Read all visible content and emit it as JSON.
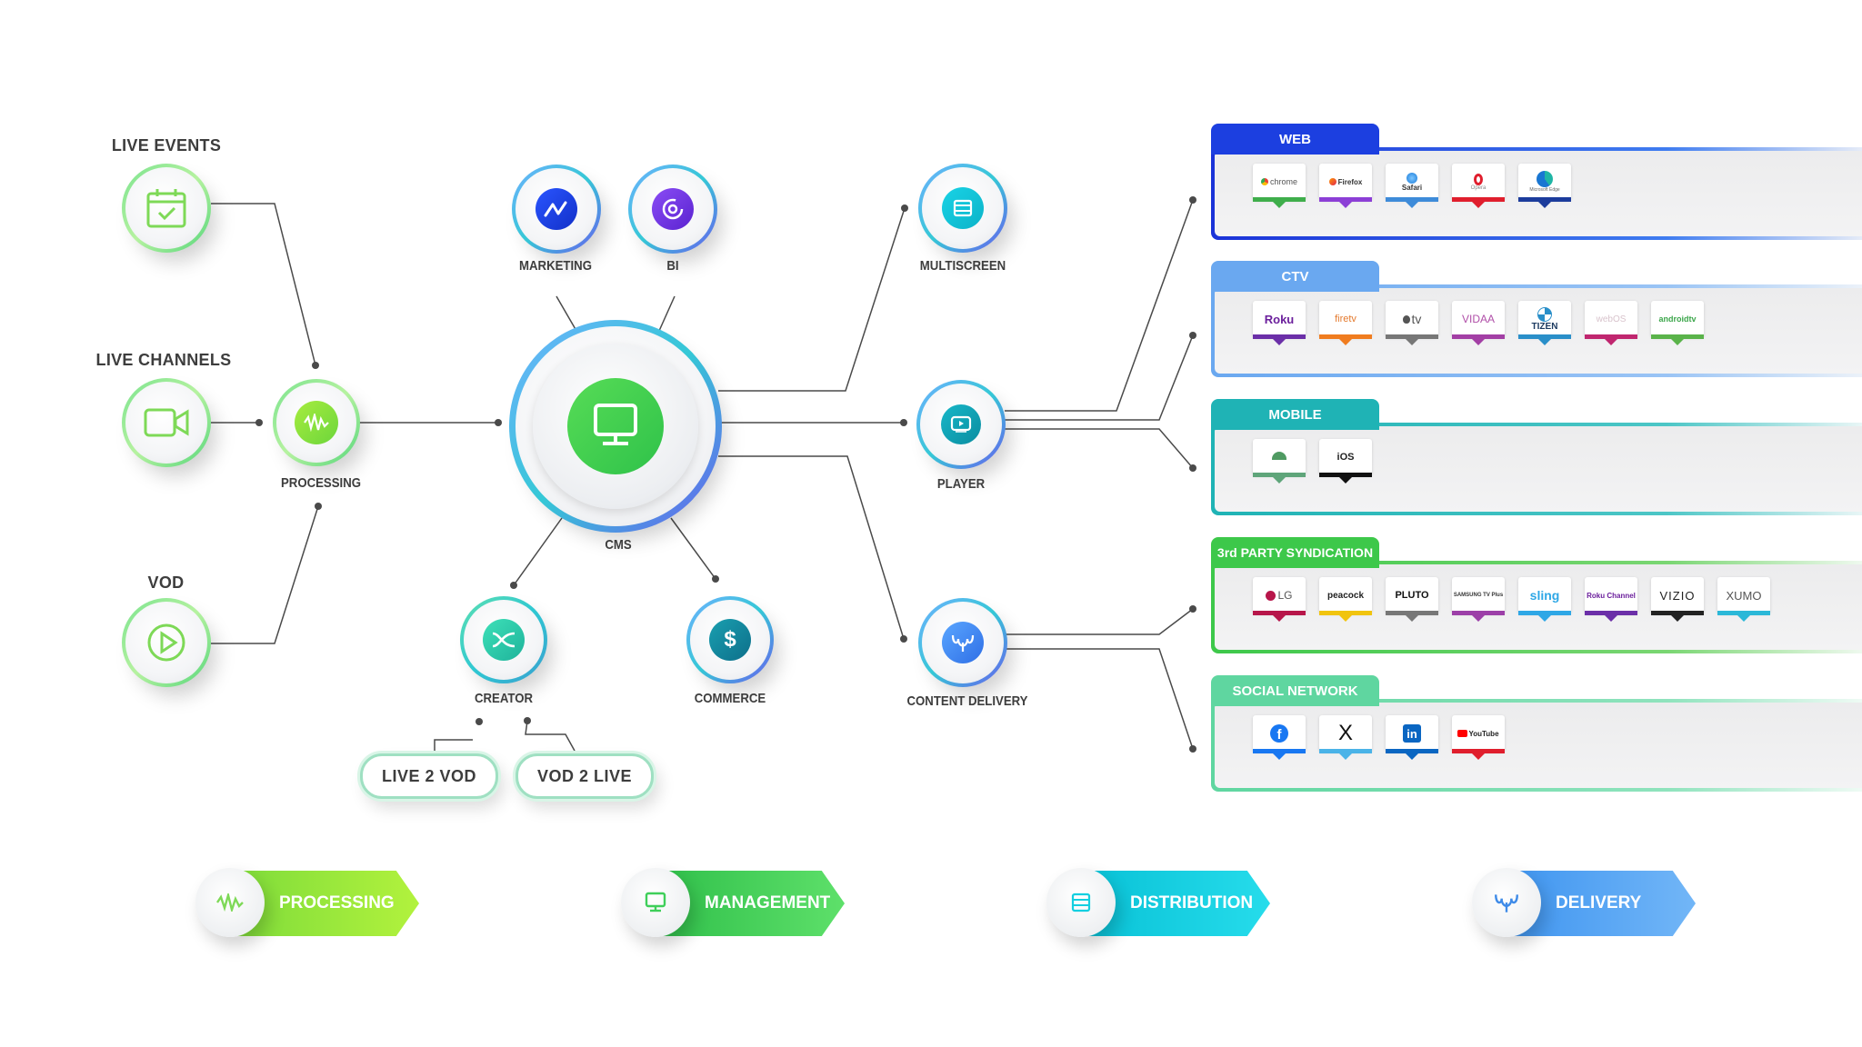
{
  "inputs": {
    "live_events": "LIVE EVENTS",
    "live_channels": "LIVE CHANNELS",
    "vod": "VOD"
  },
  "nodes": {
    "processing": "PROCESSING",
    "cms": "CMS",
    "marketing": "MARKETING",
    "bi": "BI",
    "creator": "CREATOR",
    "commerce": "COMMERCE",
    "multiscreen": "MULTISCREEN",
    "player": "PLAYER",
    "content_delivery": "CONTENT DELIVERY"
  },
  "creator_outputs": [
    "LIVE 2 VOD",
    "VOD 2 LIVE"
  ],
  "panels": [
    {
      "title": "WEB",
      "logos": [
        "chrome",
        "Firefox",
        "Safari",
        "Opera",
        "Microsoft Edge"
      ]
    },
    {
      "title": "CTV",
      "logos": [
        "Roku",
        "firetv",
        "tv",
        "VIDAA",
        "TIZEN",
        "webOS",
        "androidtv"
      ]
    },
    {
      "title": "MOBILE",
      "logos": [
        "android",
        "iOS"
      ]
    },
    {
      "title": "3rd PARTY SYNDICATION",
      "logos": [
        "LG",
        "peacock",
        "PLUTO",
        "SAMSUNG TV Plus",
        "sling",
        "Roku Channel",
        "VIZIO",
        "XUMO"
      ]
    },
    {
      "title": "SOCIAL NETWORK",
      "logos": [
        "facebook",
        "X",
        "in",
        "YouTube"
      ]
    }
  ],
  "legend": [
    {
      "label": "PROCESSING",
      "icon": "waveform-icon",
      "color": "#8ee63c"
    },
    {
      "label": "MANAGEMENT",
      "icon": "monitor-icon",
      "color": "#3fcf5a"
    },
    {
      "label": "DISTRIBUTION",
      "icon": "screens-icon",
      "color": "#13cfe0"
    },
    {
      "label": "DELIVERY",
      "icon": "delivery-icon",
      "color": "#58a8f5"
    }
  ],
  "colors": {
    "web": "#1c3fe0",
    "ctv": "#6aa8f0",
    "mobile": "#1fb3b5",
    "syndication": "#3dc84a",
    "social": "#5fd6a0"
  }
}
